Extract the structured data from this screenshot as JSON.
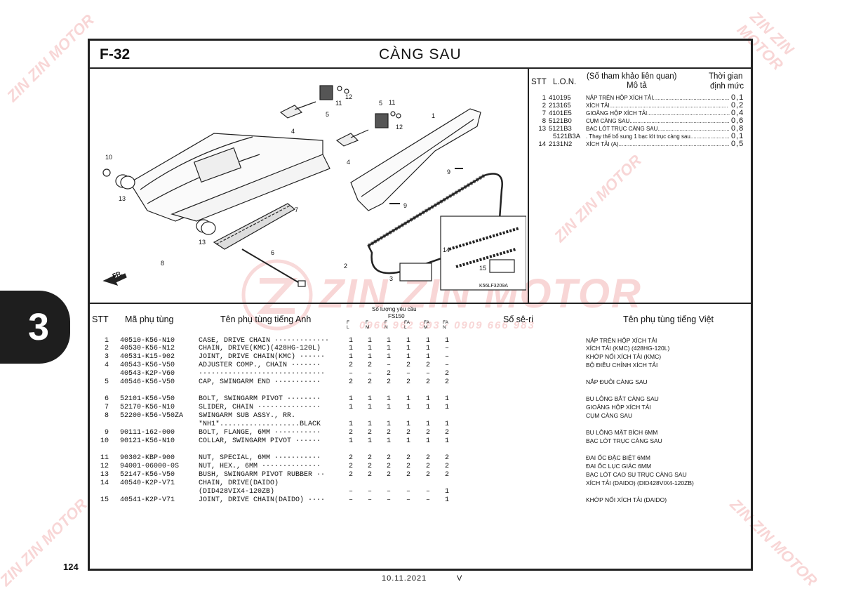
{
  "header": {
    "figure_code": "F-32",
    "title": "CÀNG SAU"
  },
  "section_tab": "3",
  "page_number": "124",
  "footer": {
    "date": "10.11.2021",
    "mark": "V"
  },
  "watermark": {
    "brand": "ZIN ZIN MOTOR",
    "phone": "0966 962 993 · 0909 666 983"
  },
  "diagram": {
    "code": "K56LF3209A",
    "direction": "FR.",
    "callouts": [
      "1",
      "2",
      "3",
      "4",
      "4",
      "5",
      "5",
      "6",
      "7",
      "8",
      "9",
      "9",
      "10",
      "11",
      "11",
      "12",
      "12",
      "13",
      "13",
      "14",
      "15"
    ]
  },
  "time_table": {
    "headers": {
      "stt": "STT",
      "lon": "L.O.N.",
      "ref": "(Số tham khảo liên quan)",
      "desc": "Mô tả",
      "time": "Thời gian",
      "time2": "định mức"
    },
    "rows": [
      {
        "stt": "1",
        "lon": "410195",
        "desc": "NẮP TRÊN HỘP XÍCH TẢI",
        "time": "0,1"
      },
      {
        "stt": "2",
        "lon": "213165",
        "desc": "XÍCH TẢI",
        "time": "0,2"
      },
      {
        "stt": "7",
        "lon": "4101E5",
        "desc": "GIOĂNG HỘP XÍCH TẢI",
        "time": "0,4"
      },
      {
        "stt": "8",
        "lon": "5121B0",
        "desc": "CỤM CÀNG SAU",
        "time": "0,6"
      },
      {
        "stt": "13",
        "lon": "5121B3",
        "desc": "BẠC LÓT TRỤC CÀNG SAU",
        "time": "0,8"
      },
      {
        "stt": "",
        "lon": "5121B3A",
        "desc": ". Thay thế bổ sung 1 bạc lót trục càng sau",
        "time": "0,1"
      },
      {
        "stt": "14",
        "lon": "2131N2",
        "desc": "XÍCH TẢI (A)",
        "time": "0,5"
      }
    ]
  },
  "parts_table": {
    "headers": {
      "stt": "STT",
      "code": "Mã phụ tùng",
      "name_en": "Tên phụ tùng tiếng Anh",
      "qty": "Số lượng yêu cầu",
      "model": "FS150",
      "qty_cols": [
        "F L",
        "F M",
        "F N",
        "FA L",
        "FA M",
        "FA N"
      ],
      "serial": "Số sê-ri",
      "name_vn": "Tên phụ tùng tiếng Việt"
    },
    "rows": [
      {
        "stt": "1",
        "code": "40510-K56-N10",
        "en": "CASE, DRIVE CHAIN ·············",
        "q": [
          "1",
          "1",
          "1",
          "1",
          "1",
          "1"
        ],
        "vn": "NẮP TRÊN HỘP XÍCH TẢI"
      },
      {
        "stt": "2",
        "code": "40530-K56-N12",
        "en": "CHAIN, DRIVE(KMC)(428HG-120L)",
        "q": [
          "1",
          "1",
          "1",
          "1",
          "1",
          "–"
        ],
        "vn": "XÍCH TẢI (KMC) (428HG-120L)"
      },
      {
        "stt": "3",
        "code": "40531-K15-902",
        "en": "JOINT, DRIVE CHAIN(KMC) ······",
        "q": [
          "1",
          "1",
          "1",
          "1",
          "1",
          "–"
        ],
        "vn": "KHỚP NỐI XÍCH TẢI (KMC)"
      },
      {
        "stt": "4",
        "code": "40543-K56-V50",
        "en": "ADJUSTER COMP., CHAIN ·······",
        "q": [
          "2",
          "2",
          "–",
          "2",
          "2",
          "–"
        ],
        "vn": "BỘ ĐIỀU CHỈNH XÍCH TẢI"
      },
      {
        "stt": "",
        "code": "40543-K2P-V60",
        "en": "······························",
        "q": [
          "–",
          "–",
          "2",
          "–",
          "–",
          "2"
        ],
        "vn": ""
      },
      {
        "stt": "5",
        "code": "40546-K56-V50",
        "en": "CAP, SWINGARM END ···········",
        "q": [
          "2",
          "2",
          "2",
          "2",
          "2",
          "2"
        ],
        "vn": "NẮP ĐUÔI CÀNG SAU"
      },
      {
        "stt": "6",
        "code": "52101-K56-V50",
        "en": "BOLT, SWINGARM PIVOT ········",
        "q": [
          "1",
          "1",
          "1",
          "1",
          "1",
          "1"
        ],
        "vn": "BU LÔNG BẮT CÀNG SAU"
      },
      {
        "stt": "7",
        "code": "52170-K56-N10",
        "en": "SLIDER, CHAIN ···············",
        "q": [
          "1",
          "1",
          "1",
          "1",
          "1",
          "1"
        ],
        "vn": "GIOĂNG HỘP XÍCH TẢI"
      },
      {
        "stt": "8",
        "code": "52200-K56-V50ZA",
        "en": "SWINGARM SUB ASSY., RR.",
        "q": [
          "",
          "",
          "",
          "",
          "",
          ""
        ],
        "vn": "CỤM CÀNG SAU"
      },
      {
        "stt": "",
        "code": "",
        "en": "  *NH1*...................BLACK",
        "q": [
          "1",
          "1",
          "1",
          "1",
          "1",
          "1"
        ],
        "vn": ""
      },
      {
        "stt": "9",
        "code": "90111-162-000",
        "en": "BOLT, FLANGE, 6MM ···········",
        "q": [
          "2",
          "2",
          "2",
          "2",
          "2",
          "2"
        ],
        "vn": "BU LÔNG MẶT BÍCH 6MM"
      },
      {
        "stt": "10",
        "code": "90121-K56-N10",
        "en": "COLLAR, SWINGARM PIVOT ······",
        "q": [
          "1",
          "1",
          "1",
          "1",
          "1",
          "1"
        ],
        "vn": "BẠC LÓT TRỤC CÀNG SAU"
      },
      {
        "stt": "11",
        "code": "90302-KBP-900",
        "en": "NUT, SPECIAL, 6MM ···········",
        "q": [
          "2",
          "2",
          "2",
          "2",
          "2",
          "2"
        ],
        "vn": "ĐAI ỐC ĐẶC BIỆT 6MM"
      },
      {
        "stt": "12",
        "code": "94001-06000-0S",
        "en": "NUT, HEX., 6MM ··············",
        "q": [
          "2",
          "2",
          "2",
          "2",
          "2",
          "2"
        ],
        "vn": "ĐAI ỐC LỤC GIÁC 6MM"
      },
      {
        "stt": "13",
        "code": "52147-K56-V50",
        "en": "BUSH, SWINGARM PIVOT RUBBER ··",
        "q": [
          "2",
          "2",
          "2",
          "2",
          "2",
          "2"
        ],
        "vn": "BẠC LÓT CAO SU TRỤC CÀNG SAU"
      },
      {
        "stt": "14",
        "code": "40540-K2P-V71",
        "en": "CHAIN, DRIVE(DAIDO)",
        "q": [
          "",
          "",
          "",
          "",
          "",
          ""
        ],
        "vn": "XÍCH TẢI (DAIDO) (DID428VIX4-120ZB)"
      },
      {
        "stt": "",
        "code": "",
        "en": "          (DID428VIX4-120ZB)",
        "q": [
          "–",
          "–",
          "–",
          "–",
          "–",
          "1"
        ],
        "vn": ""
      },
      {
        "stt": "15",
        "code": "40541-K2P-V71",
        "en": "JOINT, DRIVE CHAIN(DAIDO) ····",
        "q": [
          "–",
          "–",
          "–",
          "–",
          "–",
          "1"
        ],
        "vn": "KHỚP NỐI XÍCH TẢI (DAIDO)"
      }
    ]
  }
}
